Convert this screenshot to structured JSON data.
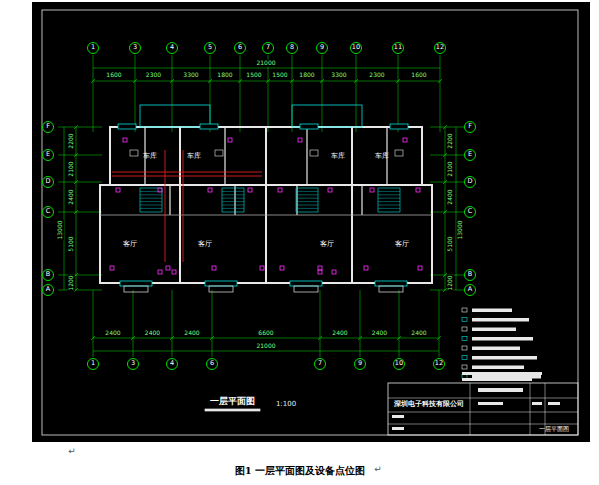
{
  "diagram": {
    "title": "一层平面图",
    "caption": "图1   一层平面图及设备点位图",
    "nodes": [
      {
        "text": [
          "1"
        ]
      },
      {
        "text": [
          "3"
        ]
      },
      {
        "text": [
          "4"
        ]
      },
      {
        "text": [
          "5"
        ]
      },
      {
        "text": [
          "6"
        ]
      },
      {
        "text": [
          "7"
        ]
      },
      {
        "text": [
          "8"
        ]
      },
      {
        "text": [
          "9"
        ]
      },
      {
        "text": [
          "10"
        ]
      },
      {
        "text": [
          "11"
        ]
      },
      {
        "text": [
          "12"
        ]
      },
      {
        "text": [
          "1"
        ]
      },
      {
        "text": [
          "3"
        ]
      },
      {
        "text": [
          "4"
        ]
      },
      {
        "text": [
          "6"
        ]
      },
      {
        "text": [
          "7"
        ]
      },
      {
        "text": [
          "9"
        ]
      },
      {
        "text": [
          "10"
        ]
      },
      {
        "text": [
          "12"
        ]
      },
      {
        "text": [
          "F"
        ]
      },
      {
        "text": [
          "E"
        ]
      },
      {
        "text": [
          "D"
        ]
      },
      {
        "text": [
          "C"
        ]
      },
      {
        "text": [
          "B"
        ]
      },
      {
        "text": [
          "A"
        ]
      },
      {
        "text": [
          "F"
        ]
      },
      {
        "text": [
          "E"
        ]
      },
      {
        "text": [
          "D"
        ]
      },
      {
        "text": [
          "C"
        ]
      },
      {
        "text": [
          "B"
        ]
      },
      {
        "text": [
          "A"
        ]
      },
      {
        "text": [
          "车库"
        ]
      },
      {
        "text": [
          "车库"
        ]
      },
      {
        "text": [
          "车库"
        ]
      },
      {
        "text": [
          "车库"
        ]
      },
      {
        "text": [
          "客厅"
        ]
      },
      {
        "text": [
          "客厅"
        ]
      },
      {
        "text": [
          "客厅"
        ]
      },
      {
        "text": [
          "客厅"
        ]
      },
      {
        "text": [
          "深圳电子科技有限公司"
        ]
      },
      {
        "text": [
          "一层平面图"
        ]
      }
    ],
    "labels": [
      "21000",
      "1600",
      "2300",
      "3300",
      "1800",
      "1500",
      "1500",
      "1800",
      "3300",
      "2300",
      "1600",
      "21000",
      "2400",
      "2400",
      "2400",
      "6600",
      "2400",
      "2400",
      "2400",
      "13000",
      "2200",
      "2100",
      "2400",
      "5100",
      "1200",
      "13000",
      "2200",
      "2100",
      "2400",
      "5100",
      "1200",
      "1:100",
      "↵",
      "↵"
    ]
  }
}
